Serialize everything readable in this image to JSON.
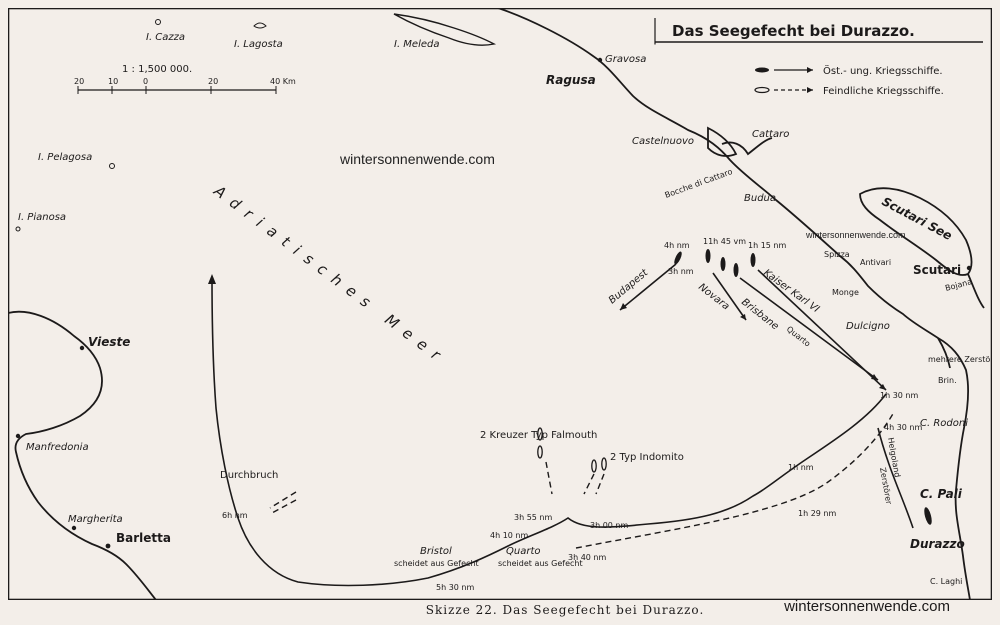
{
  "title": "Das Seegefecht bei Durazzo.",
  "caption": "Skizze 22.   Das Seegefecht bei Durazzo.",
  "watermarks": {
    "main": "wintersonnenwende.com",
    "small": "wintersonnenwende.com",
    "footer": "wintersonnenwende.com"
  },
  "legend": {
    "own": "Öst.- ung. Kriegsschiffe.",
    "enemy": "Feindliche Kriegsschiffe."
  },
  "scale": {
    "ratio": "1 : 1,500 000.",
    "ticks": [
      "20",
      "10",
      "0",
      "20",
      "40 Km"
    ]
  },
  "sea_label": "Adriatisches  Meer",
  "islands": [
    "I. Cazza",
    "I. Lagosta",
    "I. Meleda",
    "I. Pelagosa",
    "I. Pianosa"
  ],
  "places": {
    "gravosa": "Gravosa",
    "ragusa": "Ragusa",
    "castelnuovo": "Castelnuovo",
    "cattaro": "Cattaro",
    "bocche": "Bocche di Cattaro",
    "budua": "Budua",
    "scutari_see": "Scutari See",
    "scutari": "Scutari",
    "spizza": "Spizza",
    "antivari": "Antivari",
    "monge": "Monge",
    "bojana": "Bojana",
    "dulcigno": "Dulcigno",
    "brin": "Brin.",
    "rodoni": "C. Rodoni",
    "pali": "C. Pali",
    "durazzo": "Durazzo",
    "laghi": "C. Laghi",
    "vieste": "Vieste",
    "manfredonia": "Manfredonia",
    "margherita": "Margherita",
    "barletta": "Barletta"
  },
  "ships": {
    "budapest": "Budapest",
    "novara": "Novara",
    "kaiser_karl": "Kaiser Karl VI",
    "brisbane": "Brisbane",
    "quarto_r": "Quarto",
    "bristol": "Bristol",
    "bristol_note": "scheidet aus Gefecht",
    "quarto": "Quarto",
    "quarto_note": "scheidet aus Gefecht",
    "mehrere": "mehrere Zerstörer",
    "kreuzer": "2 Kreuzer  Typ Falmouth",
    "indomito": "2 Typ Indomito",
    "helgoland": "Helgoland",
    "zerstoerer": "Zerstörer",
    "durchbruch": "Durchbruch"
  },
  "times": {
    "t1": "4h nm",
    "t2": "11h 45 vm",
    "t3": "1h 15 nm",
    "t4": "3h nm",
    "t5": "1h 30 nm",
    "t6": "5h 30 nm",
    "t7": "1h nm",
    "t8": "1h 29 nm",
    "t9": "3h 55 nm",
    "t10": "4h 10 nm",
    "t11": "3h 00 nm",
    "t12": "3h 40 nm",
    "t13": "4h 30 nm",
    "t14": "6h nm"
  }
}
